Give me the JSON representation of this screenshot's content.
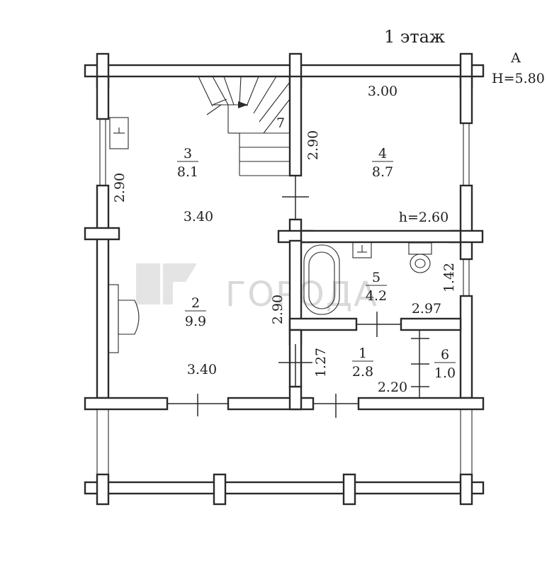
{
  "title": "1 этаж",
  "corner_note": {
    "letter": "A",
    "height": "H=5.80"
  },
  "watermark": "ГОРОДА",
  "rooms": [
    {
      "number": "3",
      "area": "8.1"
    },
    {
      "number": "4",
      "area": "8.7"
    },
    {
      "number": "2",
      "area": "9.9"
    },
    {
      "number": "5",
      "area": "4.2"
    },
    {
      "number": "1",
      "area": "2.8"
    },
    {
      "number": "6",
      "area": "1.0"
    }
  ],
  "stair_number": "7",
  "dimensions": {
    "room4_width": "3.00",
    "room4_wall": "2.90",
    "room4_height": "h=2.60",
    "room3_width": "3.40",
    "left_wall": "2.90",
    "room2_wall": "2.90",
    "room2_width": "3.40",
    "bath_width": "2.97",
    "bath_wall": "1.42",
    "hall_wall": "1.27",
    "hall_width": "2.20"
  }
}
